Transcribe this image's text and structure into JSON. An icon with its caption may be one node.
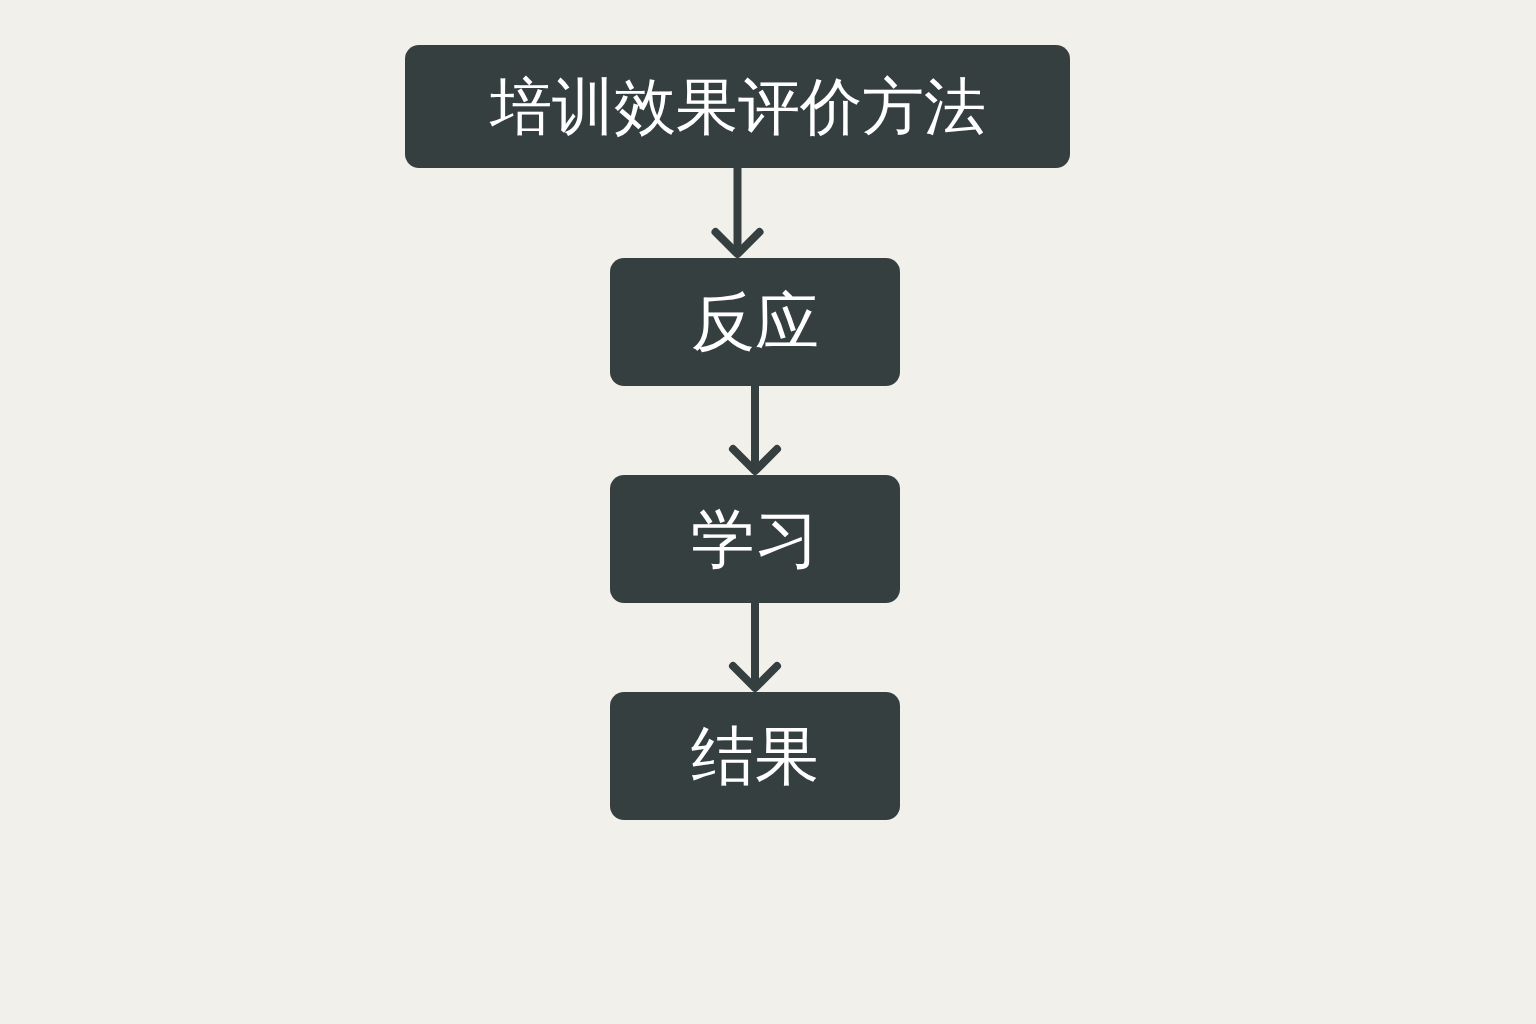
{
  "diagram": {
    "nodes": [
      {
        "text": [
          "培训效果评价方法"
        ]
      },
      {
        "text": [
          "反应"
        ]
      },
      {
        "text": [
          "学习"
        ]
      },
      {
        "text": [
          "结果"
        ]
      }
    ],
    "edges": [
      {
        "from": 0,
        "to": 1,
        "arrow": "to"
      },
      {
        "from": 1,
        "to": 2,
        "arrow": "to"
      },
      {
        "from": 2,
        "to": 3,
        "arrow": "to"
      }
    ]
  }
}
